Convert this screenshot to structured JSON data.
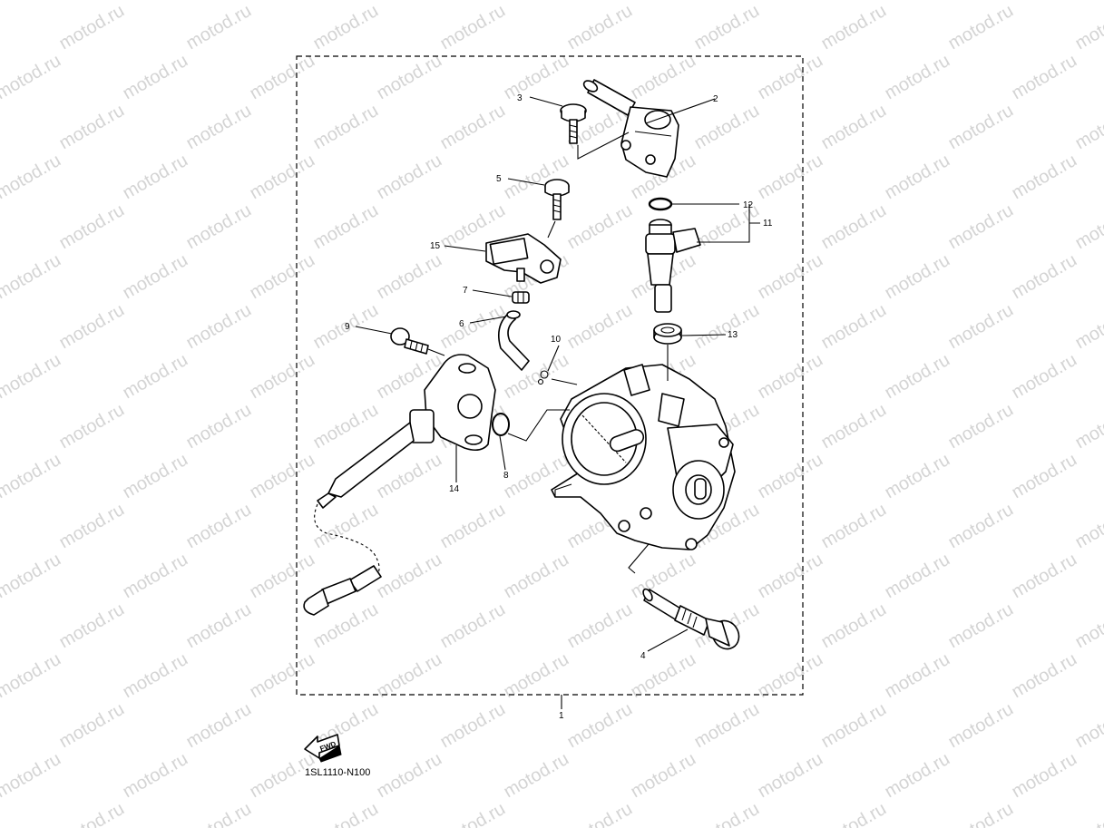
{
  "watermark": "motod.ru",
  "diagram_code": "1SL1110-N100",
  "fwd_label": "FWD",
  "callouts": [
    "1",
    "2",
    "3",
    "4",
    "5",
    "6",
    "7",
    "8",
    "9",
    "10",
    "11",
    "12",
    "13",
    "14",
    "15"
  ],
  "parts": [
    {
      "ref": "1"
    },
    {
      "ref": "2"
    },
    {
      "ref": "3"
    },
    {
      "ref": "4"
    },
    {
      "ref": "5"
    },
    {
      "ref": "6"
    },
    {
      "ref": "7"
    },
    {
      "ref": "8"
    },
    {
      "ref": "9"
    },
    {
      "ref": "10"
    },
    {
      "ref": "11"
    },
    {
      "ref": "12"
    },
    {
      "ref": "13"
    },
    {
      "ref": "14"
    },
    {
      "ref": "15"
    }
  ]
}
